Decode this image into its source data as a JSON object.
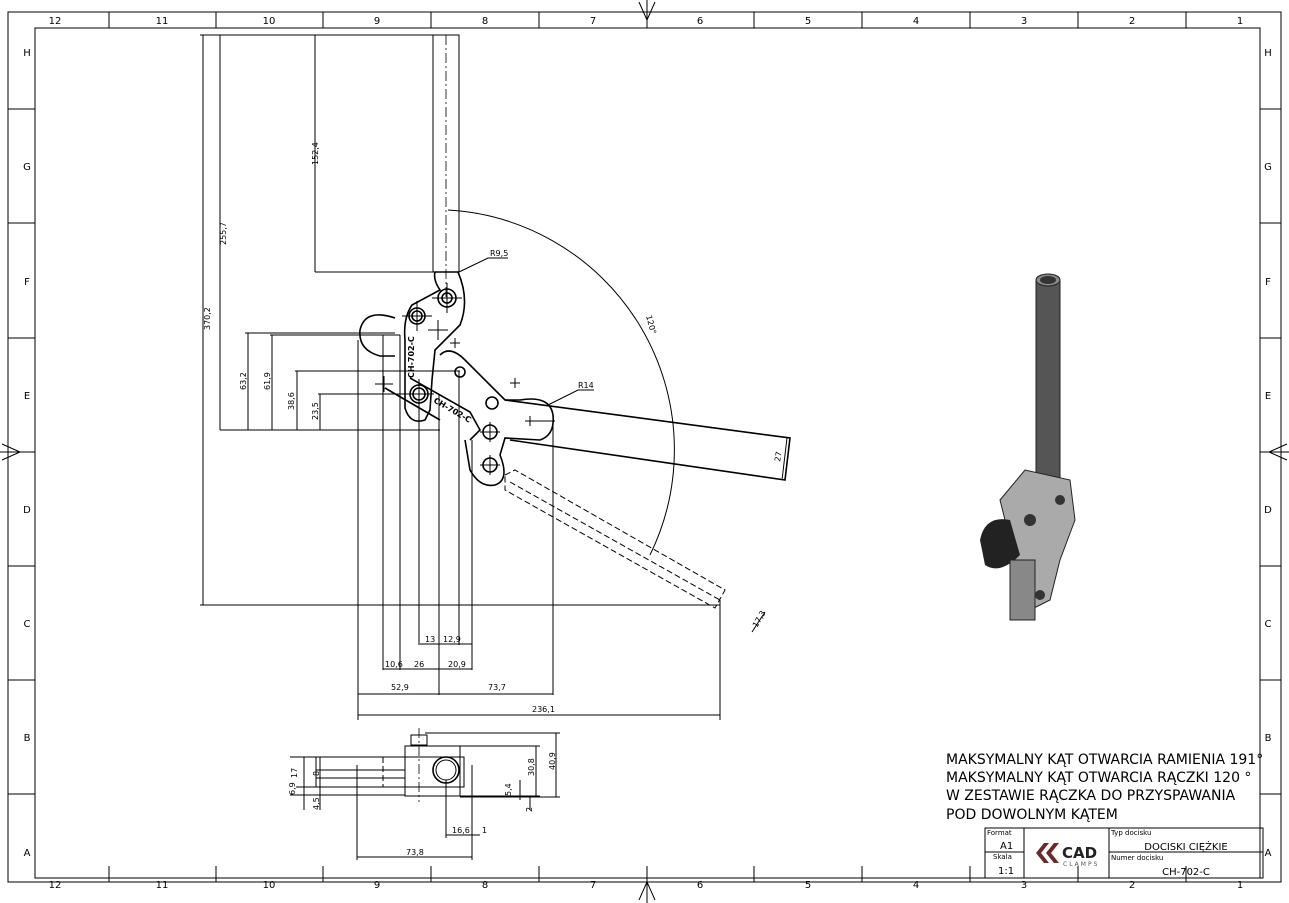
{
  "sheet": {
    "columns": [
      "12",
      "11",
      "10",
      "9",
      "8",
      "7",
      "6",
      "5",
      "4",
      "3",
      "2",
      "1"
    ],
    "rows": [
      "H",
      "G",
      "F",
      "E",
      "D",
      "C",
      "B",
      "A"
    ]
  },
  "front_view": {
    "dimensions": [
      "152,4",
      "255,7",
      "370,2",
      "R9,5",
      "R14",
      "120°",
      "27",
      "17,3",
      "63,2",
      "61,9",
      "38,6",
      "23,5",
      "13",
      "12,9",
      "10,6",
      "26",
      "20,9",
      "52,9",
      "73,7",
      "236,1"
    ],
    "part_marking": "CH-702-C"
  },
  "top_view": {
    "dimensions": [
      "17",
      "8",
      "6,9",
      "4,5",
      "30,8",
      "40,9",
      "5,4",
      "2",
      "16,6",
      "1",
      "73,8"
    ]
  },
  "notes": [
    "MAKSYMALNY KĄT OTWARCIA RAMIENIA 191°",
    "MAKSYMALNY KĄT OTWARCIA RĄCZKI 120 °",
    "W ZESTAWIE RĄCZKA DO PRZYSPAWANIA",
    "POD DOWOLNYM KĄTEM"
  ],
  "title_block": {
    "format_label": "Format",
    "format": "A1",
    "scale_label": "Skala",
    "scale": "1:1",
    "logo_main": "CAD",
    "logo_sub": "CLAMPS",
    "type_label": "Typ docisku",
    "type": "DOCISKI CIĘŻKIE",
    "number_label": "Numer docisku",
    "number": "CH-702-C",
    "brand_color": "#6b2a2a"
  }
}
